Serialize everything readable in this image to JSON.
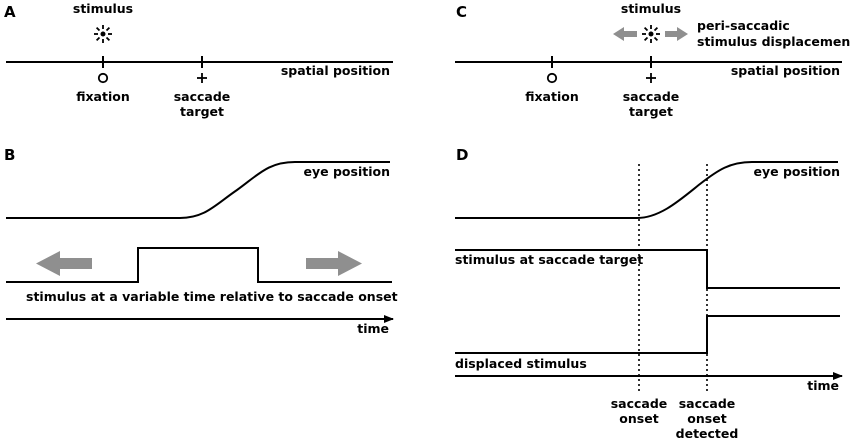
{
  "panels": {
    "a": {
      "letter": "A",
      "stimulus_label": "stimulus",
      "axis_label": "spatial position",
      "fixation_label": "fixation",
      "target_label_1": "saccade",
      "target_label_2": "target"
    },
    "b": {
      "letter": "B",
      "eye_label": "eye position",
      "stimulus_label": "stimulus at a variable time relative to saccade onset",
      "time_label": "time"
    },
    "c": {
      "letter": "C",
      "stimulus_label": "stimulus",
      "displacement_label_1": "peri-saccadic",
      "displacement_label_2": "stimulus displacement",
      "axis_label": "spatial position",
      "fixation_label": "fixation",
      "target_label_1": "saccade",
      "target_label_2": "target"
    },
    "d": {
      "letter": "D",
      "eye_label": "eye position",
      "target_stim_label": "stimulus at saccade target",
      "displaced_label": "displaced stimulus",
      "time_label": "time",
      "onset_label_1": "saccade",
      "onset_label_2": "onset",
      "detected_label_1": "saccade",
      "detected_label_2": "onset",
      "detected_label_3": "detected"
    }
  },
  "colors": {
    "line": "#000000",
    "arrow": "#8f8f8f"
  }
}
